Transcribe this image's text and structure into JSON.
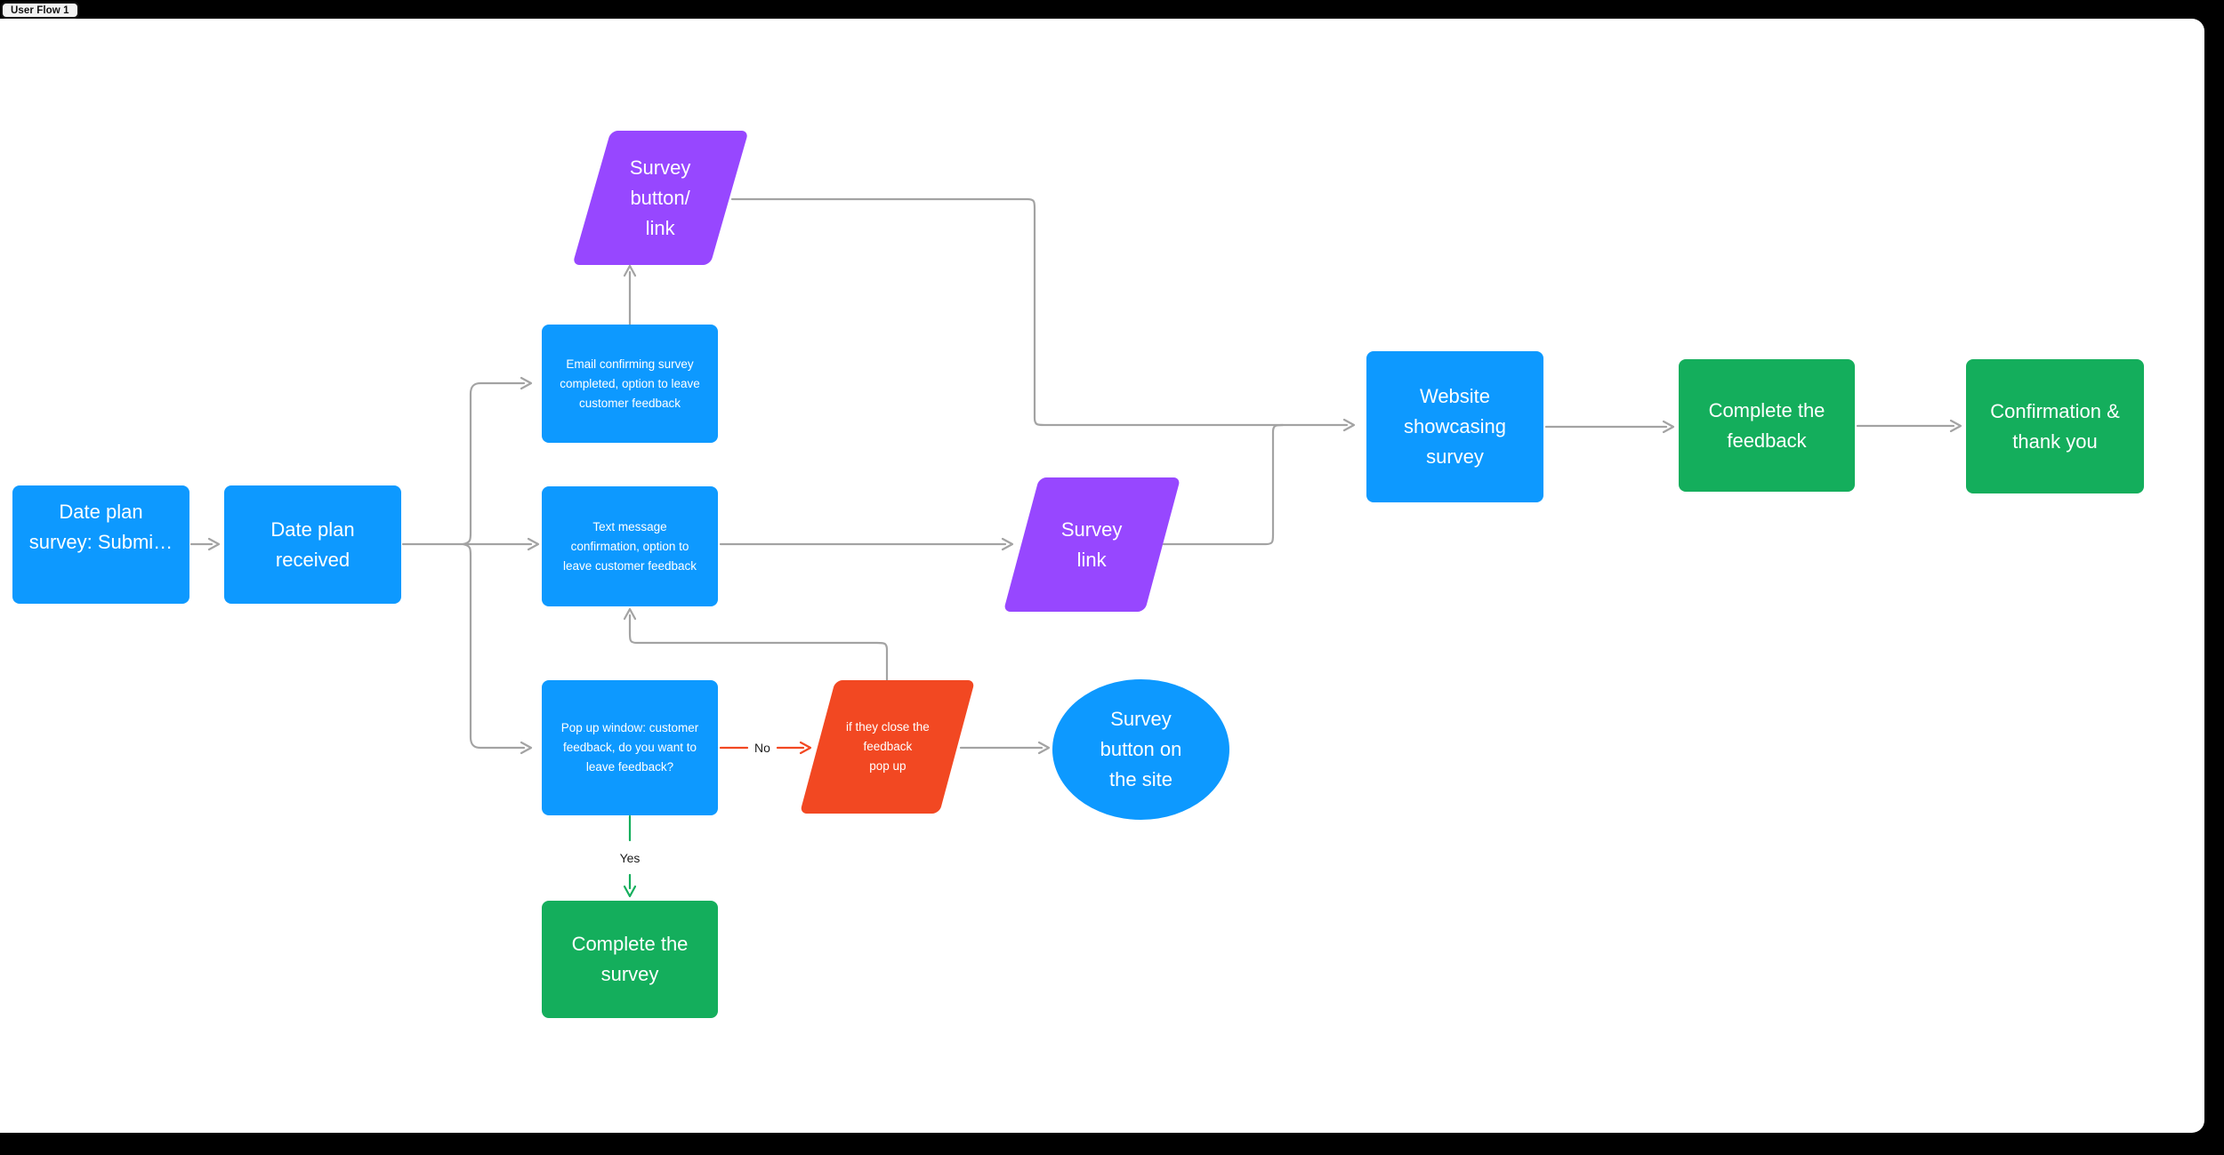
{
  "app": {
    "section_tab_label": "User Flow 1"
  },
  "colors": {
    "frame_background": "#000000",
    "canvas_background": "#ffffff",
    "node_blue": "#0D99FF",
    "node_purple": "#9747FF",
    "node_red": "#F24822",
    "node_green": "#14AE5C",
    "connector_gray": "#A3A3A3",
    "edge_label_text": "#1b1b1b"
  },
  "nodes": {
    "date_plan_survey": {
      "label": "Date plan\nsurvey: Submi…",
      "shape": "rectangle",
      "fill": "#0D99FF"
    },
    "date_plan_received": {
      "label": "Date plan\nreceived",
      "shape": "rectangle",
      "fill": "#0D99FF"
    },
    "email_confirmation": {
      "label": "Email confirming survey\ncompleted, option to leave\ncustomer feedback",
      "shape": "rectangle",
      "fill": "#0D99FF"
    },
    "survey_button_link": {
      "label": "Survey\nbutton/\nlink",
      "shape": "parallelogram",
      "fill": "#9747FF"
    },
    "text_message_confirmation": {
      "label": "Text message\nconfirmation, option to\nleave customer feedback",
      "shape": "rectangle",
      "fill": "#0D99FF"
    },
    "survey_link": {
      "label": "Survey\nlink",
      "shape": "parallelogram",
      "fill": "#9747FF"
    },
    "popup_window": {
      "label": "Pop up window: customer\nfeedback, do you want to\nleave feedback?",
      "shape": "rectangle",
      "fill": "#0D99FF"
    },
    "if_close_popup": {
      "label": "if they close the\nfeedback\npop up",
      "shape": "parallelogram",
      "fill": "#F24822"
    },
    "survey_button_on_site": {
      "label": "Survey\nbutton on\nthe site",
      "shape": "ellipse",
      "fill": "#0D99FF"
    },
    "complete_the_survey": {
      "label": "Complete the\nsurvey",
      "shape": "rectangle",
      "fill": "#14AE5C"
    },
    "website_showcasing_survey": {
      "label": "Website\nshowcasing\nsurvey",
      "shape": "rectangle",
      "fill": "#0D99FF"
    },
    "complete_the_feedback": {
      "label": "Complete the\nfeedback",
      "shape": "rectangle",
      "fill": "#14AE5C"
    },
    "confirmation_thank_you": {
      "label": "Confirmation &\nthank you",
      "shape": "rectangle",
      "fill": "#14AE5C"
    }
  },
  "edge_labels": {
    "no": "No",
    "yes": "Yes"
  },
  "edges": [
    {
      "from": "date_plan_survey",
      "to": "date_plan_received"
    },
    {
      "from": "date_plan_received",
      "to": "email_confirmation"
    },
    {
      "from": "date_plan_received",
      "to": "text_message_confirmation"
    },
    {
      "from": "date_plan_received",
      "to": "popup_window"
    },
    {
      "from": "email_confirmation",
      "to": "survey_button_link"
    },
    {
      "from": "survey_button_link",
      "to": "website_showcasing_survey"
    },
    {
      "from": "text_message_confirmation",
      "to": "survey_link"
    },
    {
      "from": "survey_link",
      "to": "website_showcasing_survey"
    },
    {
      "from": "website_showcasing_survey",
      "to": "complete_the_feedback"
    },
    {
      "from": "complete_the_feedback",
      "to": "confirmation_thank_you"
    },
    {
      "from": "popup_window",
      "to": "if_close_popup",
      "label": "No",
      "color": "#F24822"
    },
    {
      "from": "if_close_popup",
      "to": "survey_button_on_site"
    },
    {
      "from": "if_close_popup",
      "to": "text_message_confirmation"
    },
    {
      "from": "popup_window",
      "to": "complete_the_survey",
      "label": "Yes",
      "color": "#14AE5C"
    }
  ]
}
